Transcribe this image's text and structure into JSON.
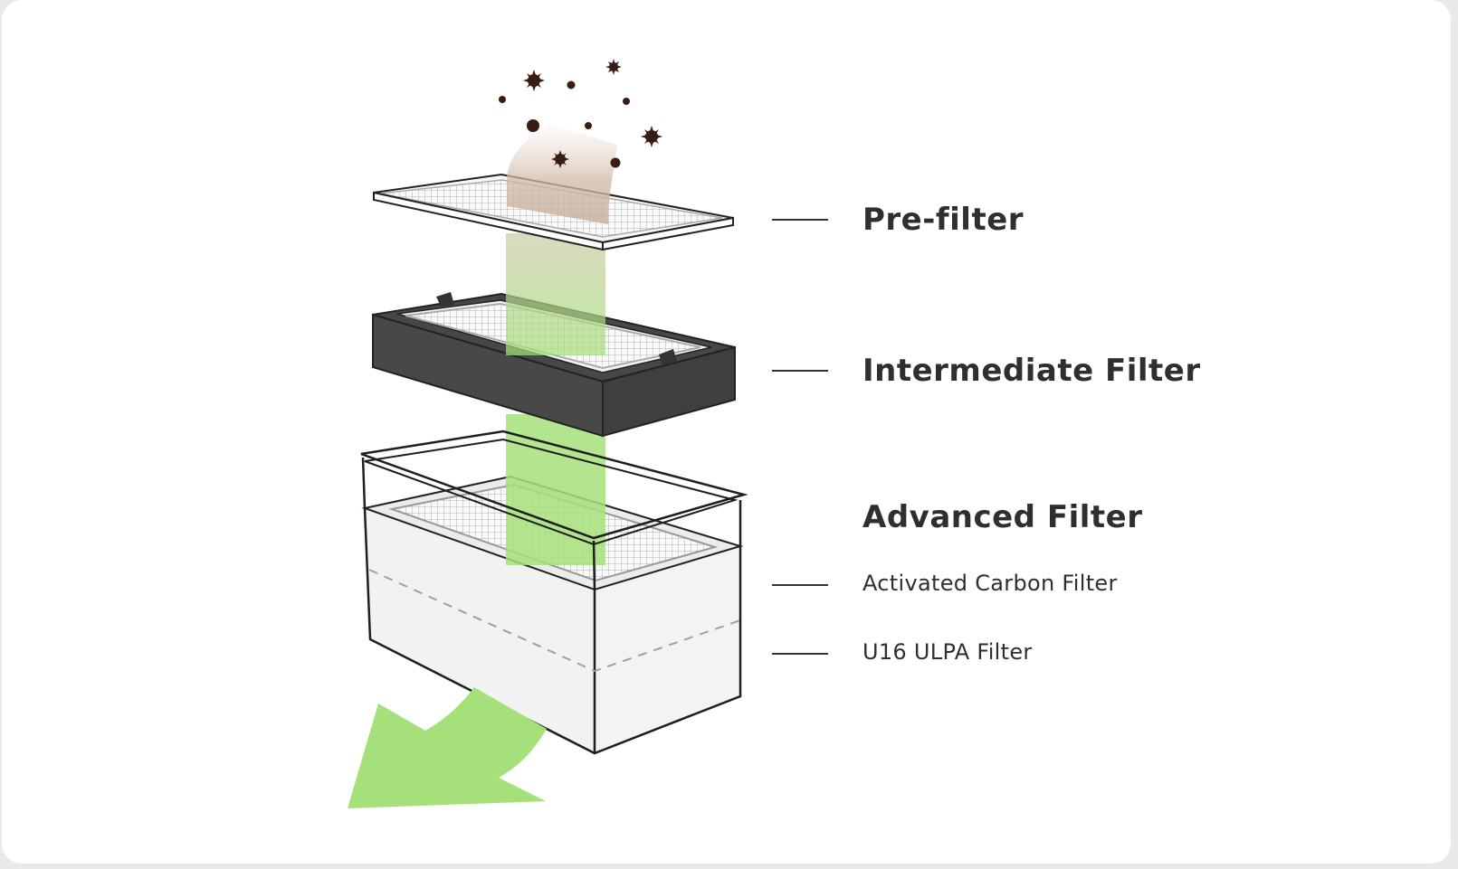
{
  "labels": {
    "prefilter": "Pre-filter",
    "intermediate": "Intermediate Filter",
    "advanced": "Advanced Filter",
    "carbon": "Activated Carbon Filter",
    "ulpa": "U16 ULPA Filter"
  },
  "colors": {
    "airflow_green": "#a6e07a",
    "particle_brown": "#3a1d12",
    "intermediate_frame": "#474747",
    "text": "#2f2f2f"
  },
  "icons": [
    "particle-icon",
    "airflow-arrow-icon"
  ]
}
